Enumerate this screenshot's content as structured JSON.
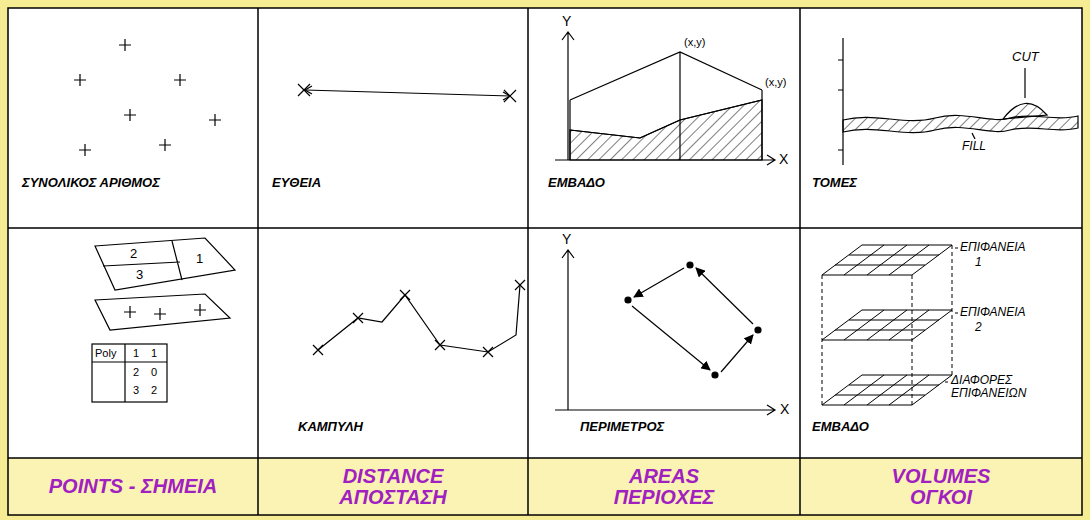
{
  "diagram": {
    "nodes": [
      {
        "text": [
          "ΣΥΝΟΛΙΚΟΣ ΑΡΙΘΜΟΣ"
        ]
      },
      {
        "text": [
          "ΕΥΘΕΙΑ"
        ]
      },
      {
        "text": [
          "ΕΜΒΑΔΟ"
        ]
      },
      {
        "text": [
          "ΤΟΜΕΣ"
        ]
      },
      {
        "text": [
          "ΚΑΜΠΥΛΗ"
        ]
      },
      {
        "text": [
          "ΠΕΡΙΜΕΤΡΟΣ"
        ]
      },
      {
        "text": [
          "ΕΜΒΑΔΟ"
        ]
      },
      {
        "text": [
          "POINTS - ΣΗΜΕΙΑ"
        ]
      },
      {
        "text": [
          "DISTANCE ΑΠΟΣΤΑΣΗ"
        ]
      },
      {
        "text": [
          "AREAS ΠΕΡΙΟΧΕΣ"
        ]
      },
      {
        "text": [
          "VOLUMES ΟΓΚΟΙ"
        ]
      }
    ],
    "labels": [
      "Y",
      "(x,y)",
      "(x,y)",
      "X",
      "CUT",
      "FILL",
      "2",
      "1",
      "3",
      "Poly",
      "1",
      "1",
      "2",
      "0",
      "3",
      "2",
      "Y",
      "X",
      "ΕΠΙΦΑΝΕΙΑ",
      "1",
      "ΕΠΙΦΑΝΕΙΑ",
      "2",
      "ΔΙΑΦΟΡΕΣ ΕΠΙΦΑΝΕΙΩΝ"
    ]
  }
}
